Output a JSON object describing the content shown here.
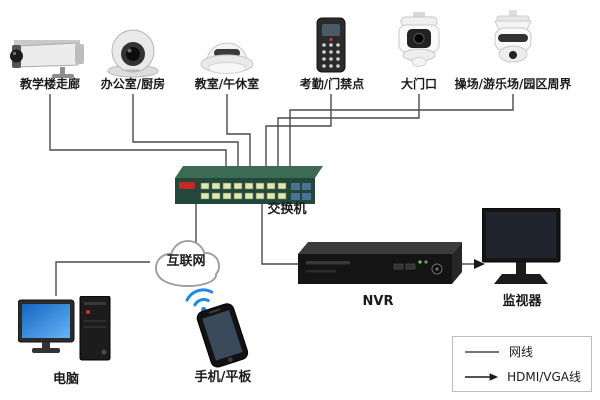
{
  "devices": [
    {
      "icon": "bullet-camera-icon",
      "label": "教学楼走廊"
    },
    {
      "icon": "turret-camera-icon",
      "label": "办公室/厨房"
    },
    {
      "icon": "mini-dome-camera-icon",
      "label": "教室/午休室"
    },
    {
      "icon": "access-control-icon",
      "label": "考勤/门禁点"
    },
    {
      "icon": "ptz-camera-icon",
      "label": "大门口"
    },
    {
      "icon": "speed-dome-camera-icon",
      "label": "操场/游乐场/园区周界"
    }
  ],
  "core": {
    "switch": "交换机",
    "internet": "互联网",
    "nvr": "NVR",
    "monitor": "监视器",
    "pc": "电脑",
    "mobile": "手机/平板"
  },
  "legend": {
    "network_cable": "网线",
    "hdmi_vga_cable": "HDMI/VGA线"
  },
  "colors": {
    "wire": "#4a4a4a",
    "wifi_blue": "#1e88e5",
    "pc_screen_blue": "#1e88e5",
    "switch_green_top": "#3c6a52",
    "switch_green_front": "#23483a",
    "switch_badge_red": "#c62828",
    "cloud_stroke": "#9e9e9e",
    "arrow_black": "#1a1a1a"
  }
}
